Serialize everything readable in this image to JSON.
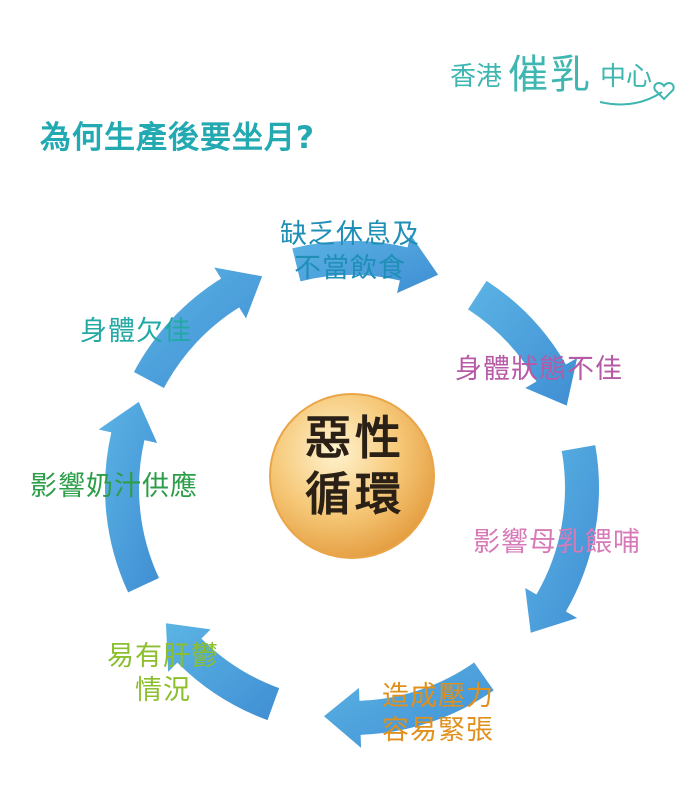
{
  "logo": {
    "part1": "香港",
    "part2": "催乳",
    "part3": "中心",
    "color": "#3fb7b0"
  },
  "title": "為何生產後要坐月?",
  "colors": {
    "title": "#22a9b1",
    "arrow_light": "#5cb4e4",
    "arrow_dark": "#3f8ed3",
    "center_fill": "#f6c878",
    "center_edge": "#e9a548"
  },
  "cycle": {
    "center": {
      "line1": "惡性",
      "line2": "循環"
    },
    "steps": [
      {
        "line1": "缺乏休息及",
        "line2": "不當飲食",
        "color": "#1f8fb8"
      },
      {
        "line1": "身體狀態不佳",
        "line2": "",
        "color": "#b75aa6"
      },
      {
        "line1": "影響母乳餵哺",
        "line2": "",
        "color": "#d77ab8"
      },
      {
        "line1": "造成壓力",
        "line2": "容易緊張",
        "color": "#e0901c"
      },
      {
        "line1": "易有肝鬱",
        "line2": "情況",
        "color": "#8cbf2e"
      },
      {
        "line1": "影響奶汁供應",
        "line2": "",
        "color": "#2d9e48"
      },
      {
        "line1": "身體欠佳",
        "line2": "",
        "color": "#22a9a4"
      }
    ]
  }
}
